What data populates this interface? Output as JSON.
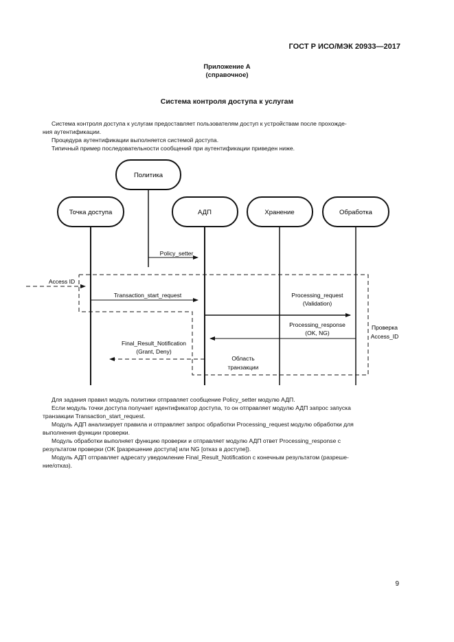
{
  "header": {
    "standard": "ГОСТ Р ИСО/МЭК 20933—2017"
  },
  "annex": {
    "title": "Приложение А",
    "note": "(справочное)"
  },
  "section_title": "Система контроля доступа к услугам",
  "intro": [
    "Система контроля доступа к услугам предоставляет пользователям доступ к устройствам после прохожде-",
    "ния аутентификации.",
    "Процедура аутентификации выполняется системой доступа.",
    "Типичный пример последовательности сообщений при аутентификации приведен ниже."
  ],
  "diagram": {
    "actors": {
      "policy": "Политика",
      "access_point": "Точка доступа",
      "adp": "АДП",
      "storage": "Хранение",
      "processing": "Обработка"
    },
    "messages": {
      "policy_setter": "Policy_setter",
      "access_id": "Access ID",
      "transaction_start": "Transaction_start_request",
      "processing_request": "Processing_request",
      "processing_request_sub": "(Validation)",
      "processing_response": "Processing_response",
      "processing_response_sub": "(OK, NG)",
      "final_result": "Final_Result_Notification",
      "final_result_sub": "(Grant, Deny)"
    },
    "regions": {
      "transaction_line1": "Область",
      "transaction_line2": "транзакции",
      "check_line1": "Проверка",
      "check_line2": "Access_ID"
    }
  },
  "body": [
    "Для задания правил модуль политики отправляет сообщение Policy_setter модулю АДП.",
    "Если модуль точки доступа получает идентификатор доступа, то он отправляет модулю АДП запрос запуска",
    "транзакции Transaction_start_request.",
    "Модуль АДП анализирует правила и отправляет запрос обработки Processing_request модулю обработки для",
    "выполнения функции проверки.",
    "Модуль обработки выполняет функцию проверки и отправляет модулю АДП ответ Processing_response с",
    "результатом проверки (OK [разрешение доступа] или NG [отказ в доступе]).",
    "Модуль АДП отправляет адресату уведомление Final_Result_Notification с конечным результатом (разреше-",
    "ние/отказ)."
  ],
  "page_number": "9"
}
